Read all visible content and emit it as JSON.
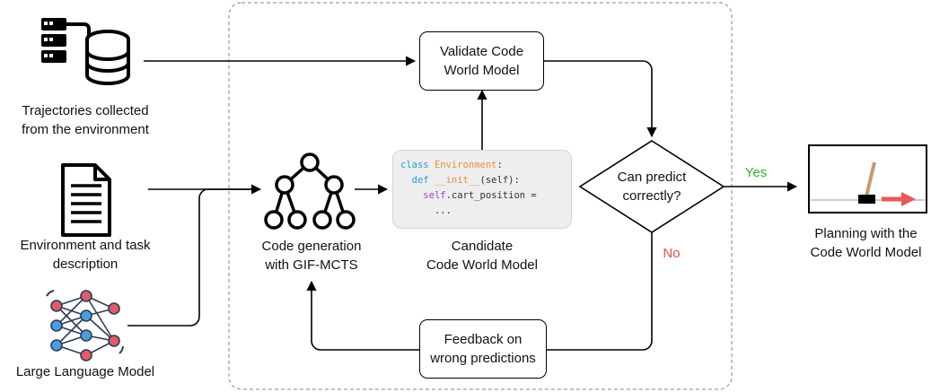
{
  "inputs": {
    "trajectories_label": "Trajectories collected\nfrom the environment",
    "environment_label": "Environment and task\ndescription",
    "llm_label": "Large Language Model"
  },
  "nodes": {
    "validate": "Validate Code\nWorld Model",
    "code_generation": "Code generation\nwith GIF-MCTS",
    "candidate": "Candidate\nCode World Model",
    "decision": "Can predict\ncorrectly?",
    "feedback": "Feedback on\nwrong predictions",
    "planning": "Planning with the\nCode World Model"
  },
  "edges": {
    "yes": "Yes",
    "no": "No"
  },
  "code_snippet": {
    "line1_kw": "class",
    "line1_name": "Environment",
    "line1_end": ":",
    "line2_kw": "def",
    "line2_fn": "__init__",
    "line2_end": "(self):",
    "line3_self": "self",
    "line3_end": ".cart_position =",
    "line4": "..."
  },
  "colors": {
    "yes": "#2db52d",
    "no": "#e05252",
    "code_keyword": "#2a9bd6",
    "code_name": "#e8913a",
    "code_self": "#a640c8",
    "cart_arrow": "#e85858",
    "pole": "#c79a70"
  },
  "icons": [
    "database-icon",
    "document-icon",
    "neural-network-icon",
    "tree-icon",
    "cartpole-icon"
  ]
}
